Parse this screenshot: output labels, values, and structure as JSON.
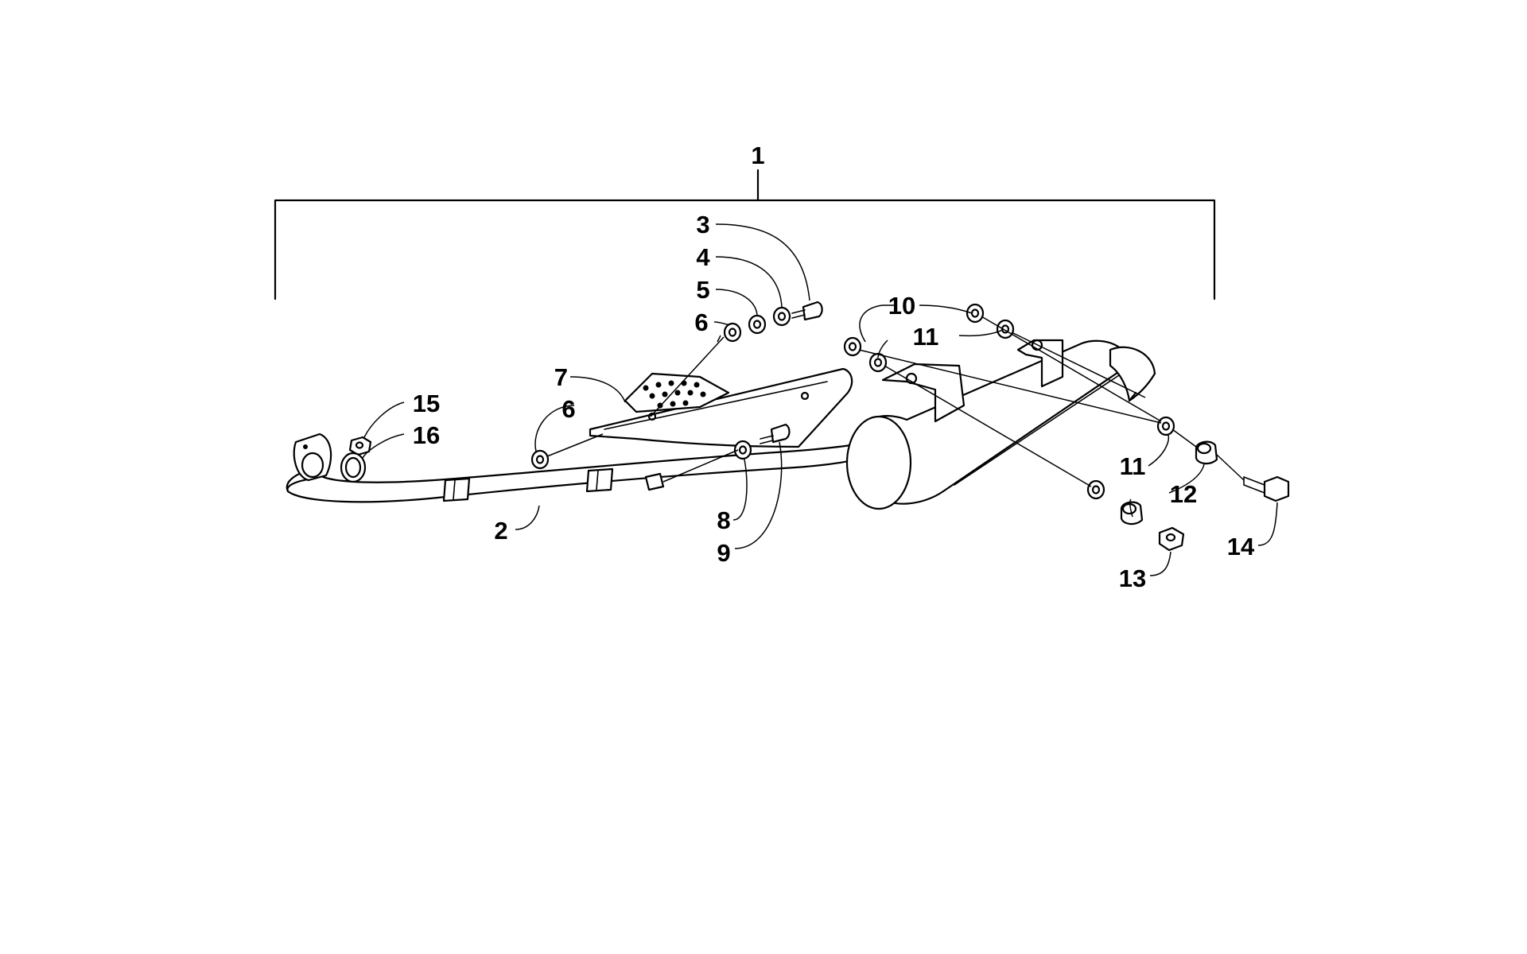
{
  "callouts": {
    "c1": "1",
    "c2": "2",
    "c3": "3",
    "c4": "4",
    "c5": "5",
    "c6a": "6",
    "c6b": "6",
    "c7": "7",
    "c8": "8",
    "c9": "9",
    "c10": "10",
    "c11a": "11",
    "c11b": "11",
    "c12": "12",
    "c13": "13",
    "c14": "14",
    "c15": "15",
    "c16": "16"
  },
  "colors": {
    "line": "#000000",
    "background": "#ffffff"
  }
}
